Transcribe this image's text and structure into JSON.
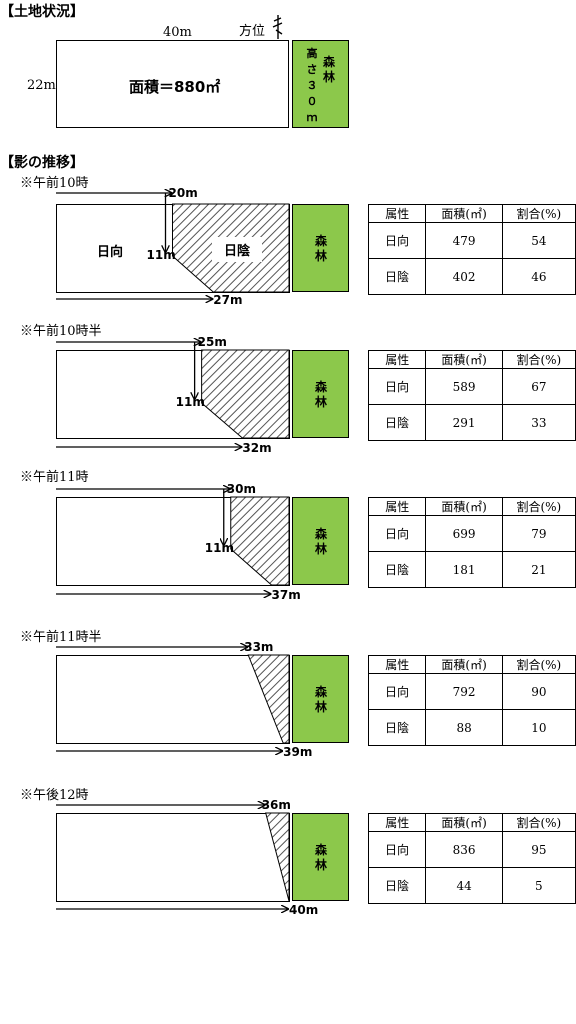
{
  "land": {
    "heading": "【土地状況】",
    "width_label": "40m",
    "height_label": "22m",
    "area_label": "面積＝880㎡",
    "direction_label": "方位",
    "forest_vertical_left": "高さ\n３\n０\nｍ",
    "forest_vertical_right": "森\n林"
  },
  "shadow_heading": "【影の推移】",
  "forest_label": "森\n林",
  "table_headers": [
    "属性",
    "面積(㎡)",
    "割合(%)"
  ],
  "diagram_text": {
    "sun": "日向",
    "shade": "日陰"
  },
  "periods": [
    {
      "time": "※午前10時",
      "top_m": "20m",
      "drop_m": "11m",
      "bottom_m": "27m",
      "rows": [
        {
          "attr": "日向",
          "area": "479",
          "pct": "54"
        },
        {
          "attr": "日陰",
          "area": "402",
          "pct": "46"
        }
      ]
    },
    {
      "time": "※午前10時半",
      "top_m": "25m",
      "drop_m": "11m",
      "bottom_m": "32m",
      "rows": [
        {
          "attr": "日向",
          "area": "589",
          "pct": "67"
        },
        {
          "attr": "日陰",
          "area": "291",
          "pct": "33"
        }
      ]
    },
    {
      "time": "※午前11時",
      "top_m": "30m",
      "drop_m": "11m",
      "bottom_m": "37m",
      "rows": [
        {
          "attr": "日向",
          "area": "699",
          "pct": "79"
        },
        {
          "attr": "日陰",
          "area": "181",
          "pct": "21"
        }
      ]
    },
    {
      "time": "※午前11時半",
      "top_m": "33m",
      "bottom_m": "39m",
      "rows": [
        {
          "attr": "日向",
          "area": "792",
          "pct": "90"
        },
        {
          "attr": "日陰",
          "area": "88",
          "pct": "10"
        }
      ]
    },
    {
      "time": "※午後12時",
      "top_m": "36m",
      "bottom_m": "40m",
      "rows": [
        {
          "attr": "日向",
          "area": "836",
          "pct": "95"
        },
        {
          "attr": "日陰",
          "area": "44",
          "pct": "5"
        }
      ]
    }
  ]
}
